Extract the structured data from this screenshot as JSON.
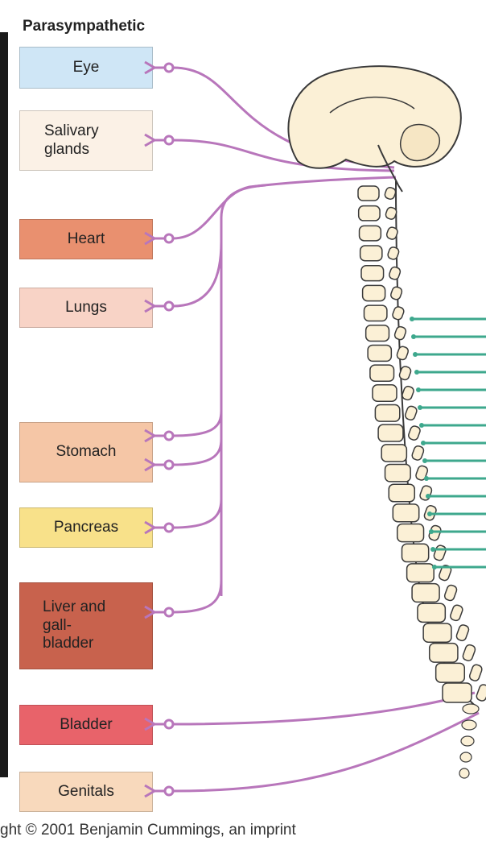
{
  "title": "Parasympathetic",
  "organs": [
    {
      "label": "Eye",
      "color": "#cfe6f6"
    },
    {
      "label": "Salivary\nglands",
      "color": "#fbf1e6"
    },
    {
      "label": "Heart",
      "color": "#e9906f"
    },
    {
      "label": "Lungs",
      "color": "#f8d3c6"
    },
    {
      "label": "Stomach",
      "color": "#f5c6a6"
    },
    {
      "label": "Pancreas",
      "color": "#f8e18a"
    },
    {
      "label": "Liver and\ngall-\nbladder",
      "color": "#c8624d"
    },
    {
      "label": "Bladder",
      "color": "#e8636a"
    },
    {
      "label": "Genitals",
      "color": "#f8d9bc"
    }
  ],
  "colors": {
    "nerve": "#b876bb",
    "sympathetic": "#3ea88d",
    "bone": "#fbf0d6",
    "outline": "#3a3a3a"
  },
  "copyright": "ght © 2001 Benjamin Cummings, an imprint"
}
